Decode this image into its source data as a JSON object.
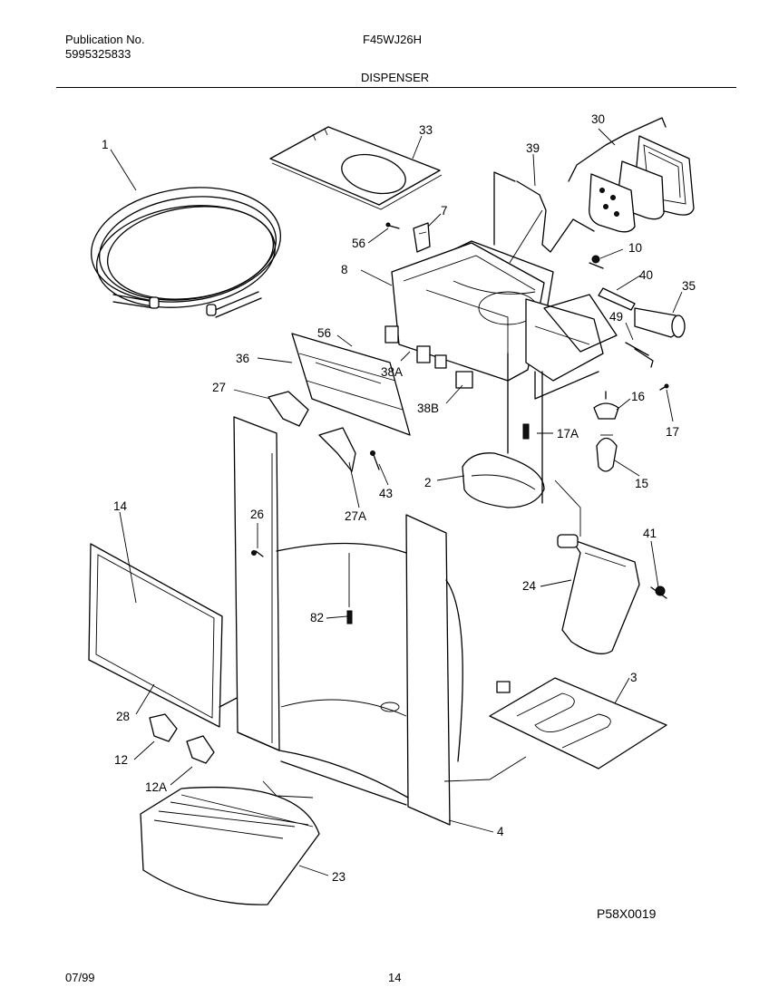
{
  "header": {
    "publication_label": "Publication No.",
    "publication_number": "5995325833",
    "model": "F45WJ26H",
    "section_title": "DISPENSER"
  },
  "diagram_code": "P58X0019",
  "footer": {
    "date": "07/99",
    "page": "14"
  },
  "callouts": {
    "c1": "1",
    "c33": "33",
    "c30": "30",
    "c39": "39",
    "c7": "7",
    "c56a": "56",
    "c10": "10",
    "c8": "8",
    "c40": "40",
    "c35": "35",
    "c56b": "56",
    "c49": "49",
    "c36": "36",
    "c38a": "38A",
    "c27": "27",
    "c38b": "38B",
    "c16": "16",
    "c17a": "17A",
    "c17": "17",
    "c2": "2",
    "c15": "15",
    "c43": "43",
    "c27a": "27A",
    "c14": "14",
    "c26": "26",
    "c41": "41",
    "c24": "24",
    "c82": "82",
    "c3": "3",
    "c28": "28",
    "c12": "12",
    "c12a": "12A",
    "c4": "4",
    "c23": "23"
  }
}
